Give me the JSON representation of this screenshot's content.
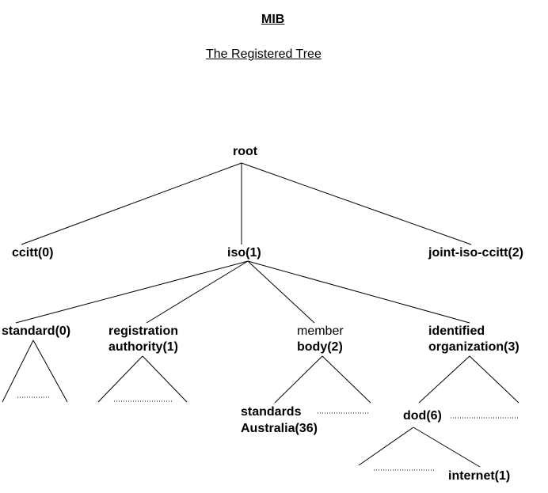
{
  "title": "MIB",
  "subtitle": "The Registered Tree",
  "nodes": {
    "root": "root",
    "ccitt": "ccitt(0)",
    "iso": "iso(1)",
    "joint": "joint-iso-ccitt(2)",
    "standard": "standard(0)",
    "registration_1": "registration",
    "registration_2": "authority(1)",
    "member_1": "member",
    "member_2": "body(2)",
    "identified_1": "identified",
    "identified_2": "organization(3)",
    "standards_au_1": "standards",
    "standards_au_2": "Australia(36)",
    "dod": "dod(6)",
    "internet": "internet(1)"
  }
}
